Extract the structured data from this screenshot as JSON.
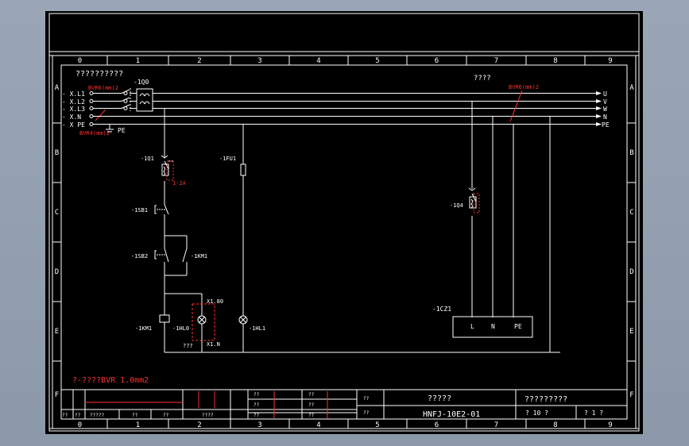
{
  "columns": [
    "0",
    "1",
    "2",
    "3",
    "4",
    "5",
    "6",
    "7",
    "8",
    "9"
  ],
  "rows": [
    "A",
    "B",
    "C",
    "D",
    "E",
    "F"
  ],
  "supply": {
    "title": "??????????",
    "terminals": [
      "- X.L1",
      "- X.L2",
      "- X.L3",
      "- X.N",
      "- X PE"
    ],
    "main_switch": "-1Q0",
    "cable_top": "BVR6(mm)2",
    "cable_bottom": "BVR4(mm)2",
    "pe_label": "PE"
  },
  "bus": {
    "title": "????",
    "cable": "BVR6(mm)2",
    "labels": [
      "U",
      "V",
      "W",
      "N",
      "PE"
    ]
  },
  "circuit": {
    "breaker": "-1Q1",
    "breaker_rating": "1·2A",
    "fuse": "-1FU1",
    "stop_button": "-1SB1",
    "start_button": "-1SB2",
    "contact": "-1KM1",
    "coil": "-1KM1",
    "lamp": "-1HL0",
    "lamp_top": "X1.80",
    "lamp_bottom": "X1.N",
    "lamp_note": "???",
    "pilot_lamp": "-1HL1",
    "breaker2": "-1Q4",
    "socket": "-1CZ1",
    "socket_pins": [
      "L",
      "N",
      "PE"
    ]
  },
  "note": "?-????BVR 1.0mm2",
  "title_block": {
    "left_row1": [
      "??",
      "??",
      "?????",
      "??",
      "??",
      "????"
    ],
    "left_small": [
      "??",
      "??",
      "??"
    ],
    "small2": [
      "??",
      "??",
      "??"
    ],
    "label_a": "??",
    "label_b": "??",
    "name": "?????",
    "code": "HNFJ-10E2-01",
    "company": "?????????",
    "sheet_total": "?  10  ?",
    "sheet_no": "?  1  ?"
  }
}
